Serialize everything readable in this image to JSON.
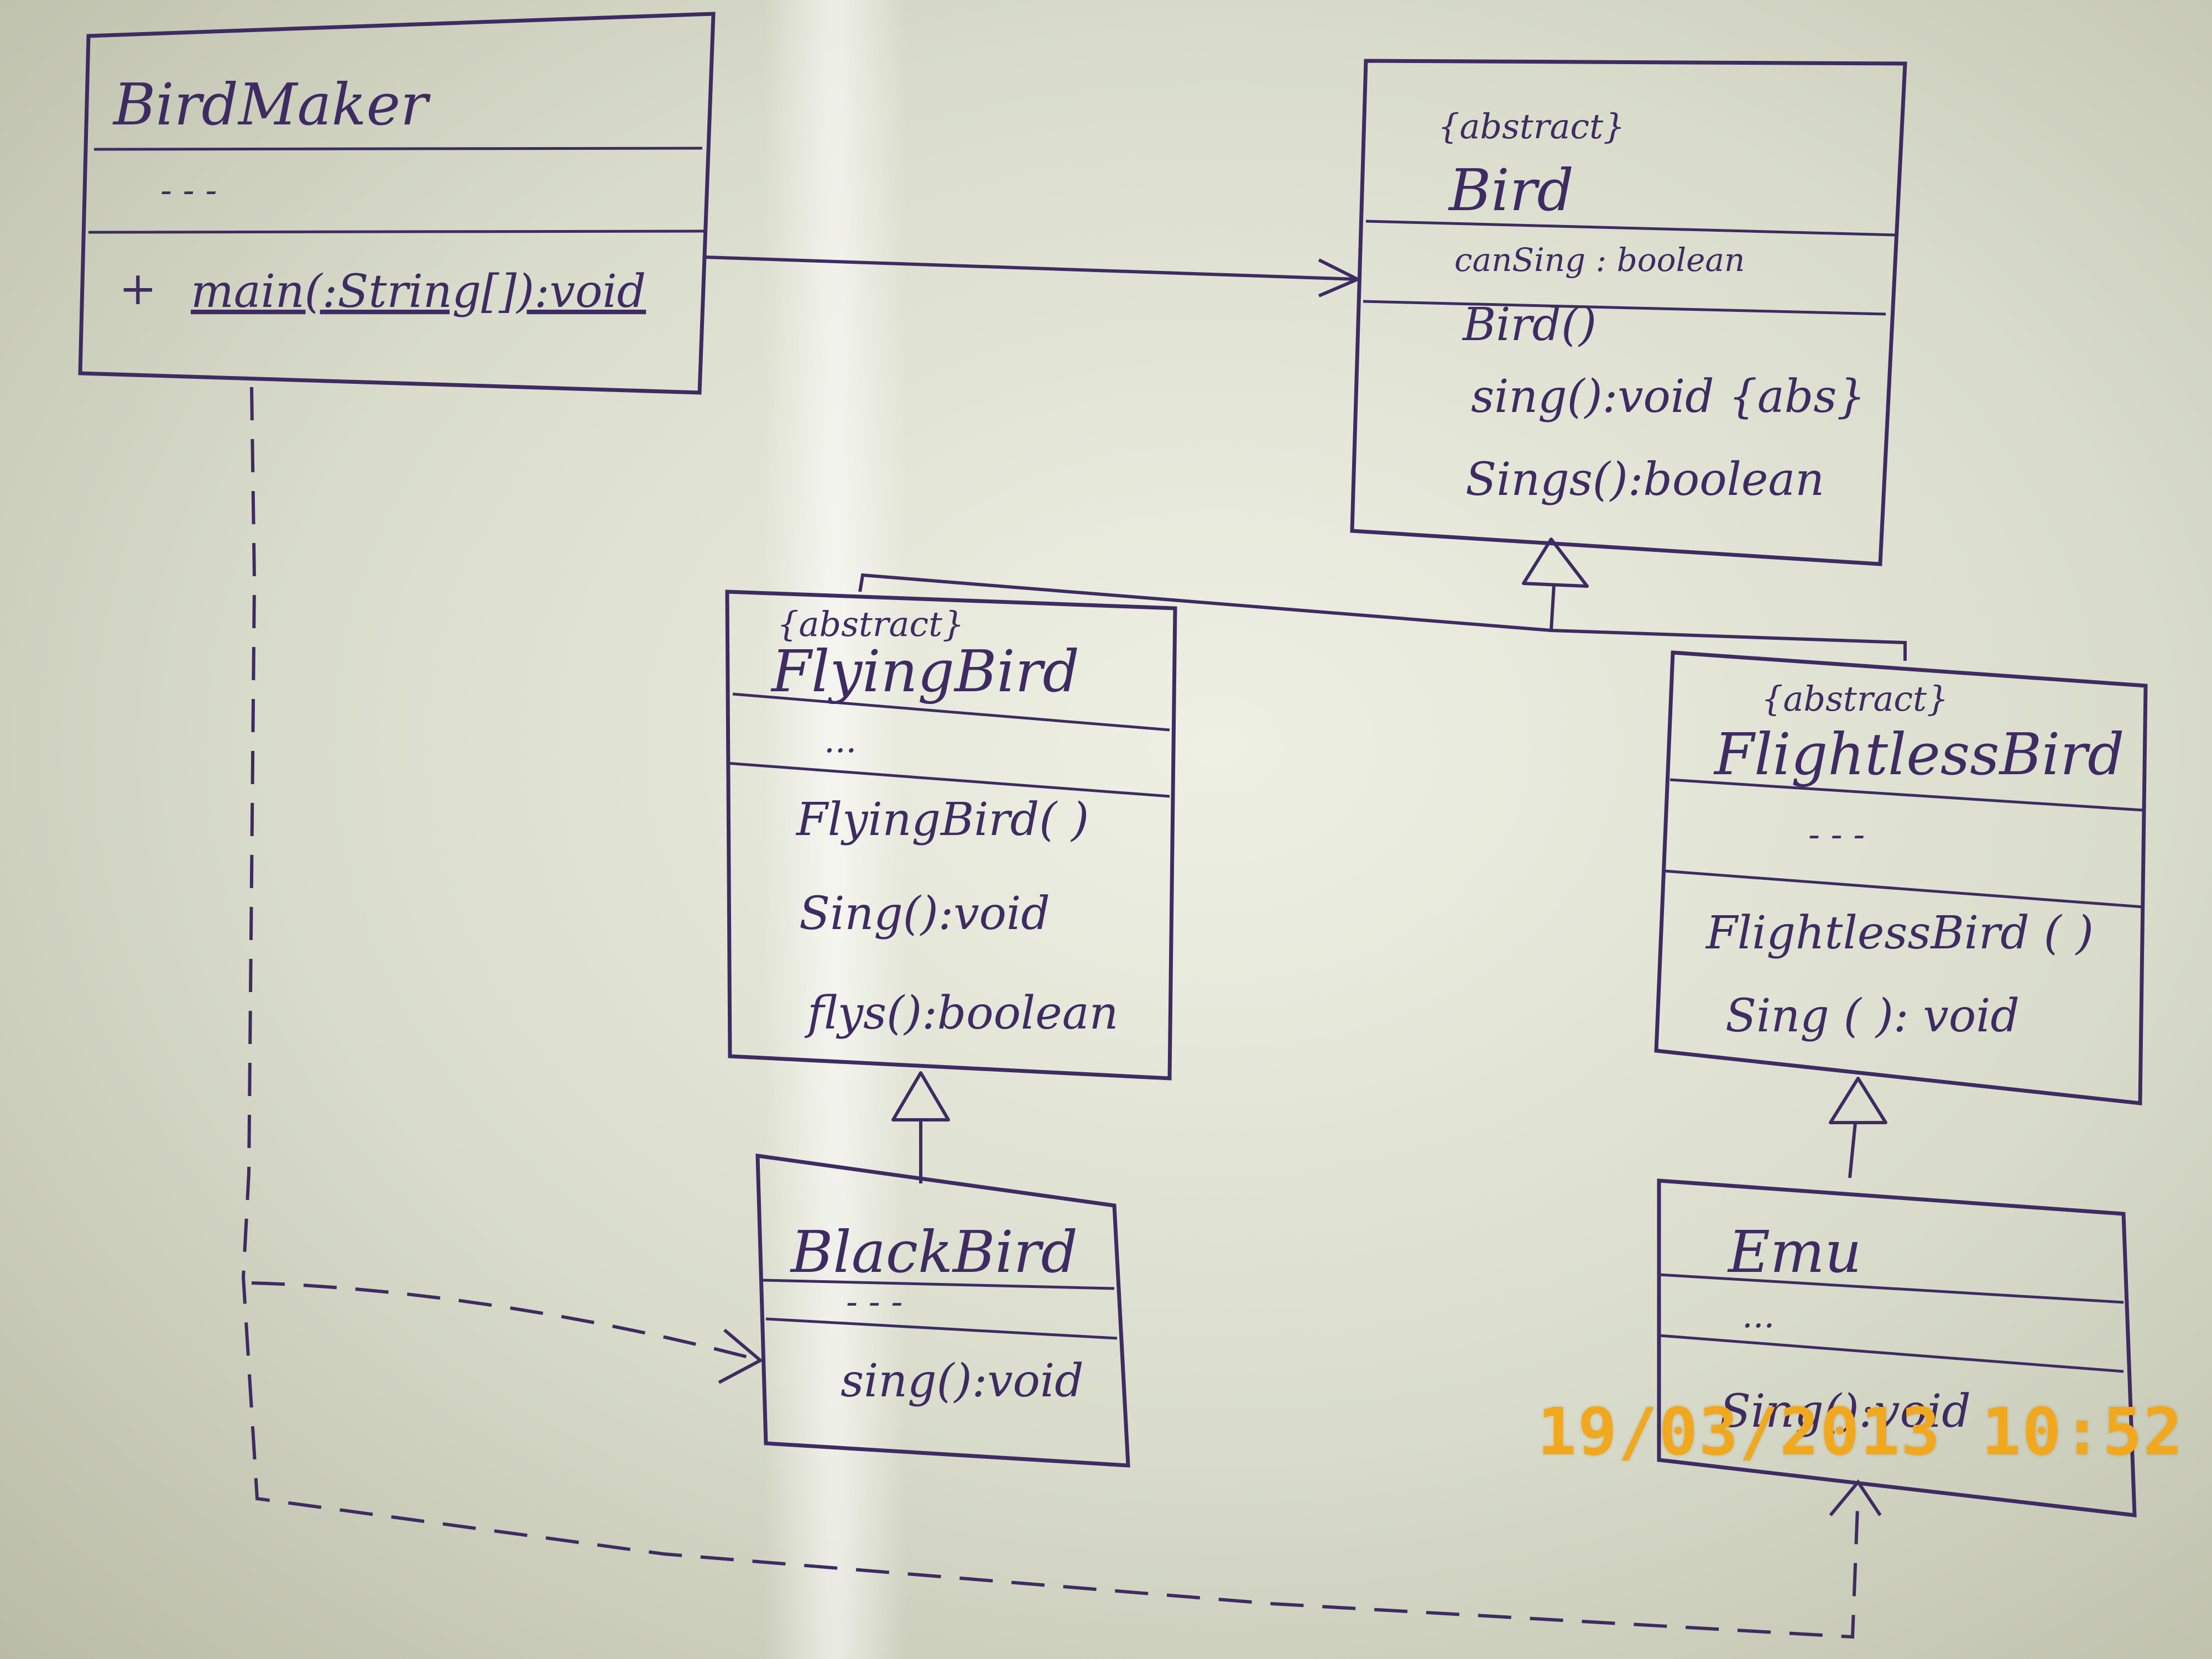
{
  "classes": {
    "birdmaker": {
      "name": "BirdMaker",
      "attributes": "- - -",
      "method1": "+",
      "method1_text": "main(:String[]):void"
    },
    "bird": {
      "stereotype": "{abstract}",
      "name": "Bird",
      "attribute1": "canSing : boolean",
      "method1": "Bird()",
      "method2": "sing():void {abs}",
      "method3": "Sings():boolean"
    },
    "flyingbird": {
      "stereotype": "{abstract}",
      "name": "FlyingBird",
      "attributes": "...",
      "method1": "FlyingBird( )",
      "method2": "Sing():void",
      "method3": "flys():boolean"
    },
    "flightlessbird": {
      "stereotype": "{abstract}",
      "name": "FlightlessBird",
      "attributes": "- - -",
      "method1": "FlightlessBird ( )",
      "method2": "Sing ( ): void"
    },
    "blackbird": {
      "name": "BlackBird",
      "attributes": "- - -",
      "method1": "sing():void"
    },
    "emu": {
      "name": "Emu",
      "attributes": "...",
      "method1": "Sing():void"
    }
  },
  "timestamp": "19/03/2013 10:52",
  "colors": {
    "ink": "#3f2b63",
    "timestamp": "#f2a81d",
    "board": "#e6e8da"
  }
}
